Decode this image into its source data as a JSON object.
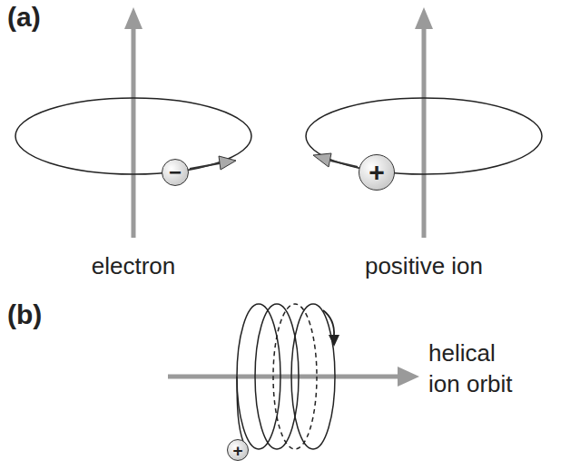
{
  "diagram": {
    "nodes": [
      {
        "text": [
          "−"
        ]
      },
      {
        "text": [
          "+"
        ]
      },
      {
        "text": [
          "+"
        ]
      }
    ],
    "labels": [
      "(a)",
      "electron",
      "positive ion",
      "(b)",
      "helical ion orbit"
    ]
  }
}
